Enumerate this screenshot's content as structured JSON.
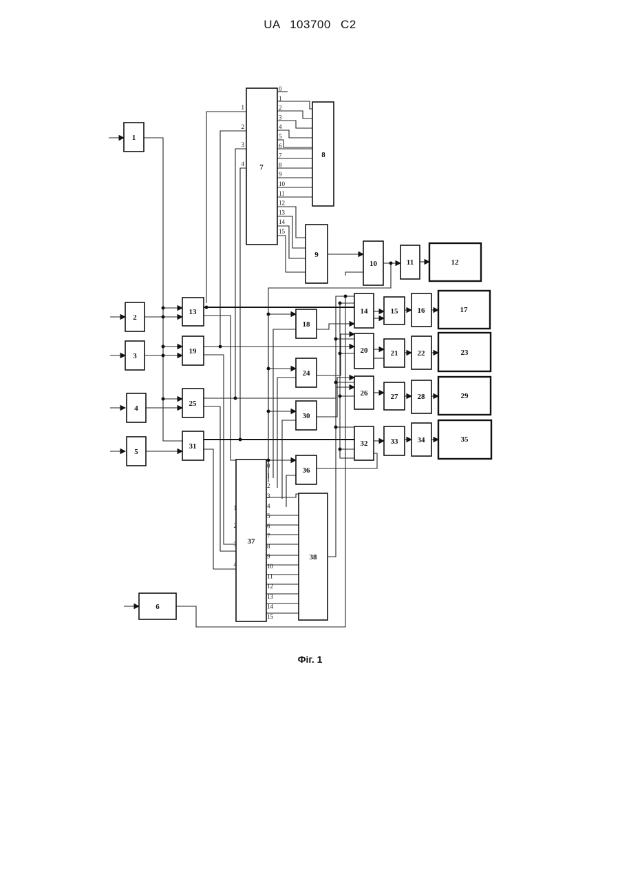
{
  "document": {
    "header": "UA 103700 C2",
    "caption": "Фіг. 1"
  },
  "diagram": {
    "blocks": {
      "b1": "1",
      "b2": "2",
      "b3": "3",
      "b4": "4",
      "b5": "5",
      "b6": "6",
      "b7": "7",
      "b8": "8",
      "b9": "9",
      "b10": "10",
      "b11": "11",
      "b12": "12",
      "b13": "13",
      "b14": "14",
      "b15": "15",
      "b16": "16",
      "b17": "17",
      "b18": "18",
      "b19": "19",
      "b20": "20",
      "b21": "21",
      "b22": "22",
      "b23": "23",
      "b24": "24",
      "b25": "25",
      "b26": "26",
      "b27": "27",
      "b28": "28",
      "b29": "29",
      "b30": "30",
      "b31": "31",
      "b32": "32",
      "b33": "33",
      "b34": "34",
      "b35": "35",
      "b36": "36",
      "b37": "37",
      "b38": "38"
    },
    "decoder7_inputs": [
      "1",
      "2",
      "3",
      "4"
    ],
    "decoder7_outputs": [
      "0",
      "1",
      "2",
      "3",
      "4",
      "5",
      "6",
      "7",
      "8",
      "9",
      "10",
      "11",
      "12",
      "13",
      "14",
      "15"
    ],
    "decoder37_inputs": [
      "1",
      "2",
      "3",
      "4"
    ],
    "decoder37_outputs": [
      "0",
      "1",
      "2",
      "3",
      "4",
      "5",
      "6",
      "7",
      "8",
      "9",
      "10",
      "11",
      "12",
      "13",
      "14",
      "15"
    ]
  }
}
